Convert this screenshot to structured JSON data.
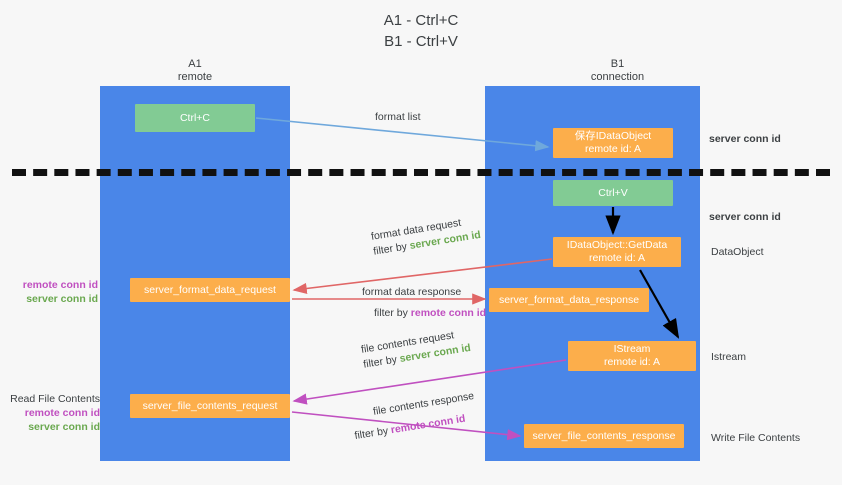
{
  "title": {
    "line1": "A1 - Ctrl+C",
    "line2": "B1 - Ctrl+V"
  },
  "lanes": [
    {
      "id": "a1",
      "name": "A1",
      "role": "remote",
      "color": "#4a86e8"
    },
    {
      "id": "b1",
      "name": "B1",
      "role": "connection",
      "color": "#4a86e8"
    }
  ],
  "colors": {
    "lane": "#4a86e8",
    "green_box": "#82cb94",
    "orange_box": "#fcae4b",
    "server_conn_id": "#6aa84f",
    "remote_conn_id": "#c050c0",
    "arrow_blue": "#6fa8dc",
    "arrow_red": "#e06666",
    "arrow_magenta": "#c050c0",
    "arrow_black": "#000000",
    "divider": "#111111",
    "background": "#f7f7f7"
  },
  "nodes": {
    "ctrl_c": {
      "label": "Ctrl+C",
      "kind": "green"
    },
    "save_idataobject": {
      "line1": "保存IDataObject",
      "line2": "remote id: A",
      "kind": "orange"
    },
    "ctrl_v": {
      "label": "Ctrl+V",
      "kind": "green"
    },
    "getdata": {
      "line1": "IDataObject::GetData",
      "line2": "remote id: A",
      "kind": "orange"
    },
    "format_data_request": {
      "label": "server_format_data_request",
      "kind": "orange"
    },
    "format_data_response": {
      "label": "server_format_data_response",
      "kind": "orange"
    },
    "istream": {
      "line1": "IStream",
      "line2": "remote id: A",
      "kind": "orange"
    },
    "file_contents_request": {
      "label": "server_file_contents_request",
      "kind": "orange"
    },
    "file_contents_response": {
      "label": "server_file_contents_response",
      "kind": "orange"
    }
  },
  "edge_labels": {
    "format_list": "format list",
    "format_data_request": {
      "line1": "format data request",
      "filter_prefix": "filter by ",
      "filter_key": "server conn id"
    },
    "format_data_response": {
      "line1": "format data response",
      "filter_prefix": "filter by ",
      "filter_key": "remote conn id"
    },
    "file_contents_request": {
      "line1": "file contents request",
      "filter_prefix": "filter by ",
      "filter_key": "server conn id"
    },
    "file_contents_response": {
      "line1": "file contents response",
      "filter_prefix": "filter by ",
      "filter_key": "remote conn id"
    }
  },
  "side_annotations": {
    "server_conn_id_top": "server conn id",
    "server_conn_id_mid": "server conn id",
    "dataobject": "DataObject",
    "istream": "Istream",
    "write_file_contents": "Write File Contents"
  },
  "left_annotations": {
    "group1": {
      "remote": "remote conn id",
      "server": "server conn id"
    },
    "group2": {
      "title": "Read File Contents",
      "remote": "remote conn id",
      "server": "server conn id"
    }
  }
}
